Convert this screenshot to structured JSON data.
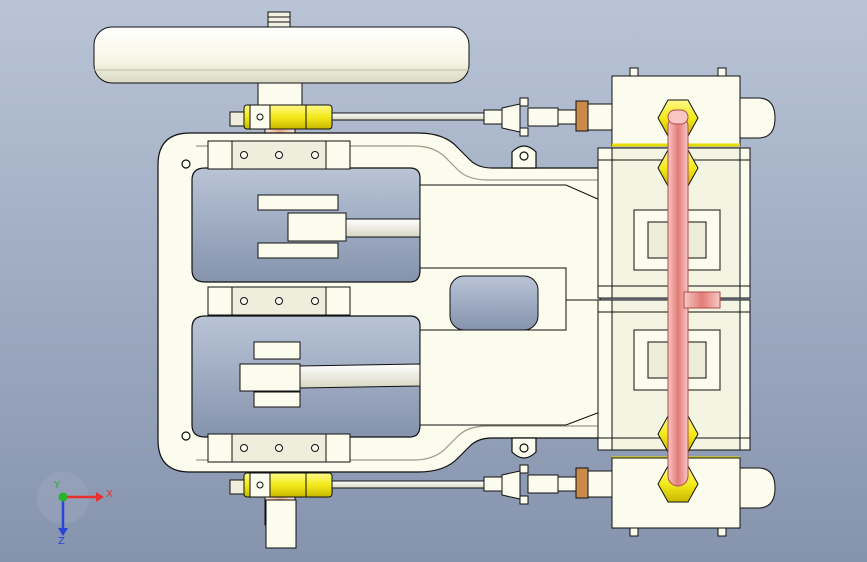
{
  "colors": {
    "background_top": "#b9c4d6",
    "background_bottom": "#8593ad",
    "part_fill": "#fbfbee",
    "part_shade": "#e4e4d2",
    "outline": "#101010",
    "brass": "#f3ea1a",
    "brass_shade": "#c9b800",
    "copper_pipe": "#f3a7a4",
    "copper_pipe_dark": "#d9706d",
    "shaft": "#f2ddd0",
    "shaft_stripe": "#e9a98e",
    "nut": "#c98a4a",
    "axis_x": "#e83030",
    "axis_y": "#29b329",
    "axis_z": "#2a43d8"
  },
  "triad": {
    "x_label": "X",
    "y_label": "Y",
    "z_label": "Z"
  }
}
